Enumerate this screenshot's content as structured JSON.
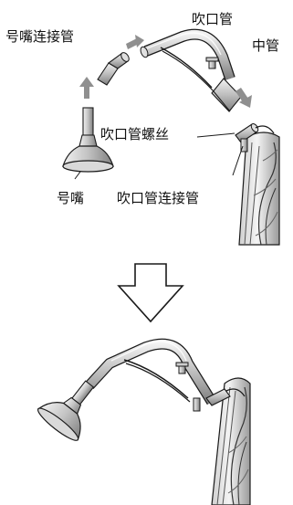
{
  "diagram": {
    "labels": {
      "mouthpiece_connector": "号嘴连接管",
      "blowpipe": "吹口管",
      "middle_pipe": "中管",
      "blowpipe_screw": "吹口管螺丝",
      "mouthpiece": "号嘴",
      "blowpipe_connector": "吹口管连接管"
    }
  },
  "colors": {
    "line": "#1a1a1a",
    "metal_light": "#e6e6e6",
    "metal_mid": "#b3b3b3",
    "metal_dark": "#8c8c8c",
    "arrow": "#8f8f8f"
  }
}
